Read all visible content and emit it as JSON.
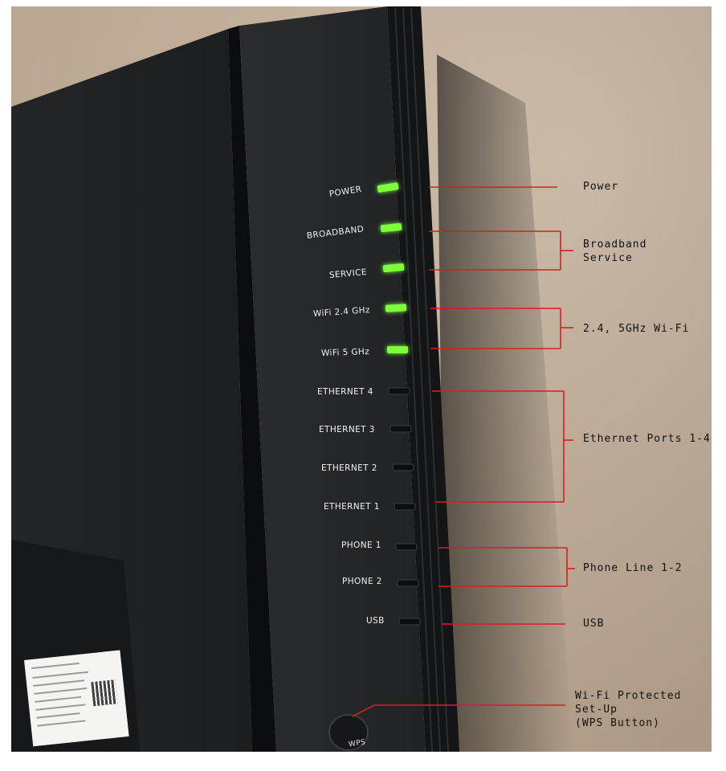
{
  "device_led_labels": {
    "power": "POWER",
    "broadband": "BROADBAND",
    "service": "SERVICE",
    "wifi_24": "WiFi 2.4 GHz",
    "wifi_5": "WiFi 5 GHz",
    "ethernet4": "ETHERNET 4",
    "ethernet3": "ETHERNET 3",
    "ethernet2": "ETHERNET 2",
    "ethernet1": "ETHERNET 1",
    "phone1": "PHONE 1",
    "phone2": "PHONE 2",
    "usb": "USB",
    "wps": "WPS"
  },
  "annotations": {
    "power": "Power",
    "broadband_service": [
      "Broadband",
      "Service"
    ],
    "wifi": "2.4, 5GHz Wi-Fi",
    "ethernet": "Ethernet Ports 1-4",
    "phone": "Phone Line 1-2",
    "usb": "USB",
    "wps": [
      "Wi-Fi Protected",
      "Set-Up",
      "(WPS Button)"
    ]
  },
  "colors": {
    "led_on": "#7dff3a",
    "callout_line": "#d81e1e",
    "router_body": "#1f2123",
    "wall": "#c9b39c"
  }
}
